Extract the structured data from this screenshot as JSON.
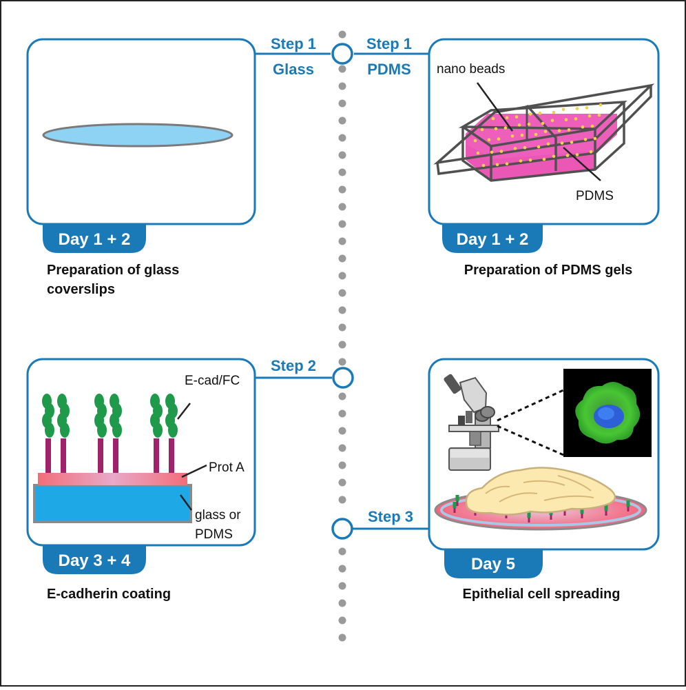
{
  "colors": {
    "accent": "#1a7ab8",
    "timeline_dot": "#9a9a9a",
    "glass": "#8fd3f4",
    "pdms_pink": "#e83aa8",
    "ecad_green": "#1e9a4a",
    "fc_stem": "#a0226a",
    "protA": "#f07080",
    "substrate_blue": "#1ea8e6",
    "cell_yellow": "#fbe9b0"
  },
  "steps": {
    "step1_glass": {
      "step": "Step 1",
      "material": "Glass"
    },
    "step1_pdms": {
      "step": "Step 1",
      "material": "PDMS"
    },
    "step2": {
      "step": "Step 2"
    },
    "step3": {
      "step": "Step 3"
    }
  },
  "panels": {
    "glass": {
      "day": "Day 1 + 2",
      "caption_line1": "Preparation of glass",
      "caption_line2": "coverslips"
    },
    "pdms": {
      "day": "Day 1 + 2",
      "caption": "Preparation of PDMS gels",
      "label_beads": "nano beads",
      "label_pdms": "PDMS"
    },
    "coating": {
      "day": "Day 3 + 4",
      "caption": "E-cadherin coating",
      "label_ecad": "E-cad/FC",
      "label_prota": "Prot A",
      "label_substrate_line1": "glass or",
      "label_substrate_line2": "PDMS"
    },
    "spreading": {
      "day": "Day 5",
      "caption": "Epithelial cell spreading"
    }
  },
  "icons": [
    "microscope-icon",
    "fluorescence-cell-image",
    "spreading-cell-illustration",
    "pdms-gel-slide-illustration"
  ]
}
